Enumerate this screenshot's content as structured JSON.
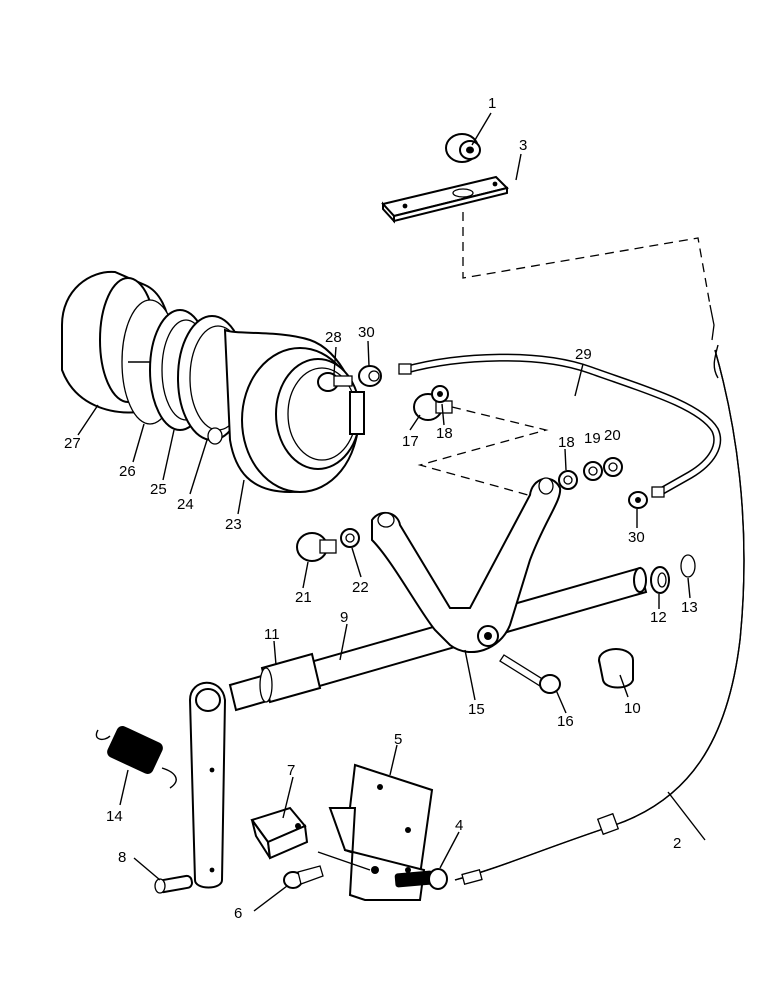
{
  "callouts": [
    {
      "id": "1",
      "text": "1"
    },
    {
      "id": "2",
      "text": "2"
    },
    {
      "id": "3",
      "text": "3"
    },
    {
      "id": "4",
      "text": "4"
    },
    {
      "id": "5",
      "text": "5"
    },
    {
      "id": "6",
      "text": "6"
    },
    {
      "id": "7",
      "text": "7"
    },
    {
      "id": "8",
      "text": "8"
    },
    {
      "id": "9",
      "text": "9"
    },
    {
      "id": "10",
      "text": "10"
    },
    {
      "id": "11",
      "text": "11"
    },
    {
      "id": "12",
      "text": "12"
    },
    {
      "id": "13",
      "text": "13"
    },
    {
      "id": "14",
      "text": "14"
    },
    {
      "id": "15",
      "text": "15"
    },
    {
      "id": "16",
      "text": "16"
    },
    {
      "id": "17",
      "text": "17"
    },
    {
      "id": "18a",
      "text": "18"
    },
    {
      "id": "18b",
      "text": "18"
    },
    {
      "id": "19",
      "text": "19"
    },
    {
      "id": "20",
      "text": "20"
    },
    {
      "id": "21",
      "text": "21"
    },
    {
      "id": "22",
      "text": "22"
    },
    {
      "id": "23",
      "text": "23"
    },
    {
      "id": "24",
      "text": "24"
    },
    {
      "id": "25",
      "text": "25"
    },
    {
      "id": "26",
      "text": "26"
    },
    {
      "id": "27",
      "text": "27"
    },
    {
      "id": "28",
      "text": "28"
    },
    {
      "id": "29",
      "text": "29"
    },
    {
      "id": "30a",
      "text": "30"
    },
    {
      "id": "30b",
      "text": "30"
    }
  ]
}
